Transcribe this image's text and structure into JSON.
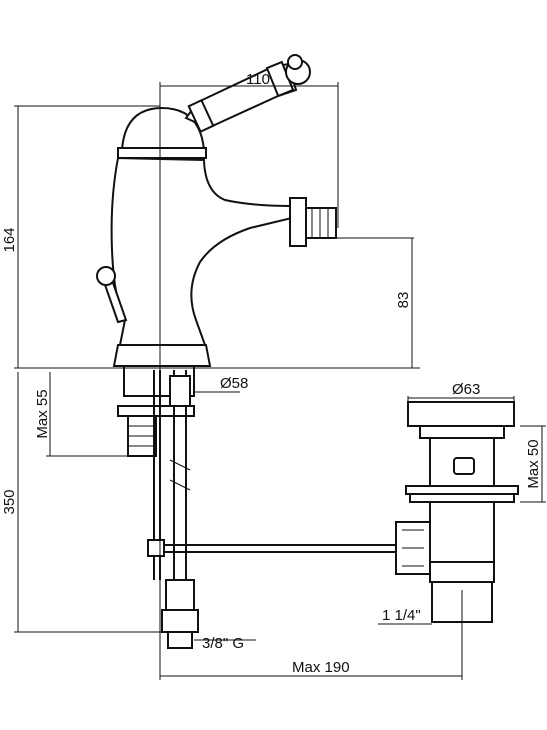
{
  "diagram": {
    "dimensions": {
      "width_top": "110",
      "height_total": "164",
      "spout_height": "83",
      "max_55": "Max 55",
      "base_diameter": "Ø58",
      "total_350": "350",
      "drain_diameter": "Ø63",
      "max_50": "Max 50",
      "thread_drain": "1 1/4\"",
      "thread_inlet": "3/8\" G",
      "max_190": "Max 190"
    }
  }
}
